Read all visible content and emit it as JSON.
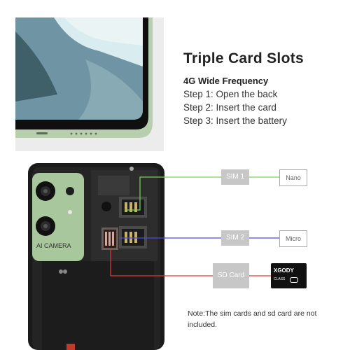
{
  "title": "Triple Card Slots",
  "subtitle": "4G Wide Frequency",
  "steps": [
    "Step 1: Open the back",
    "Step 2: Insert the card",
    "Step 3: Insert the battery"
  ],
  "camera_label": "AI CAMERA",
  "slots": {
    "sim1": "SIM 1",
    "sim2": "SIM 2",
    "sd": "SD Card"
  },
  "card_types": {
    "nano": "Nano",
    "micro": "Micro"
  },
  "sd_card_brand": "XGODY",
  "sd_card_class": "CLASS",
  "note": "Note:The sim cards and sd card are not included.",
  "colors": {
    "sim1_line": "#78d35a",
    "sim2_line": "#4a4adf",
    "sd_line": "#e23a3a",
    "phone_green": "#a9c79c"
  }
}
